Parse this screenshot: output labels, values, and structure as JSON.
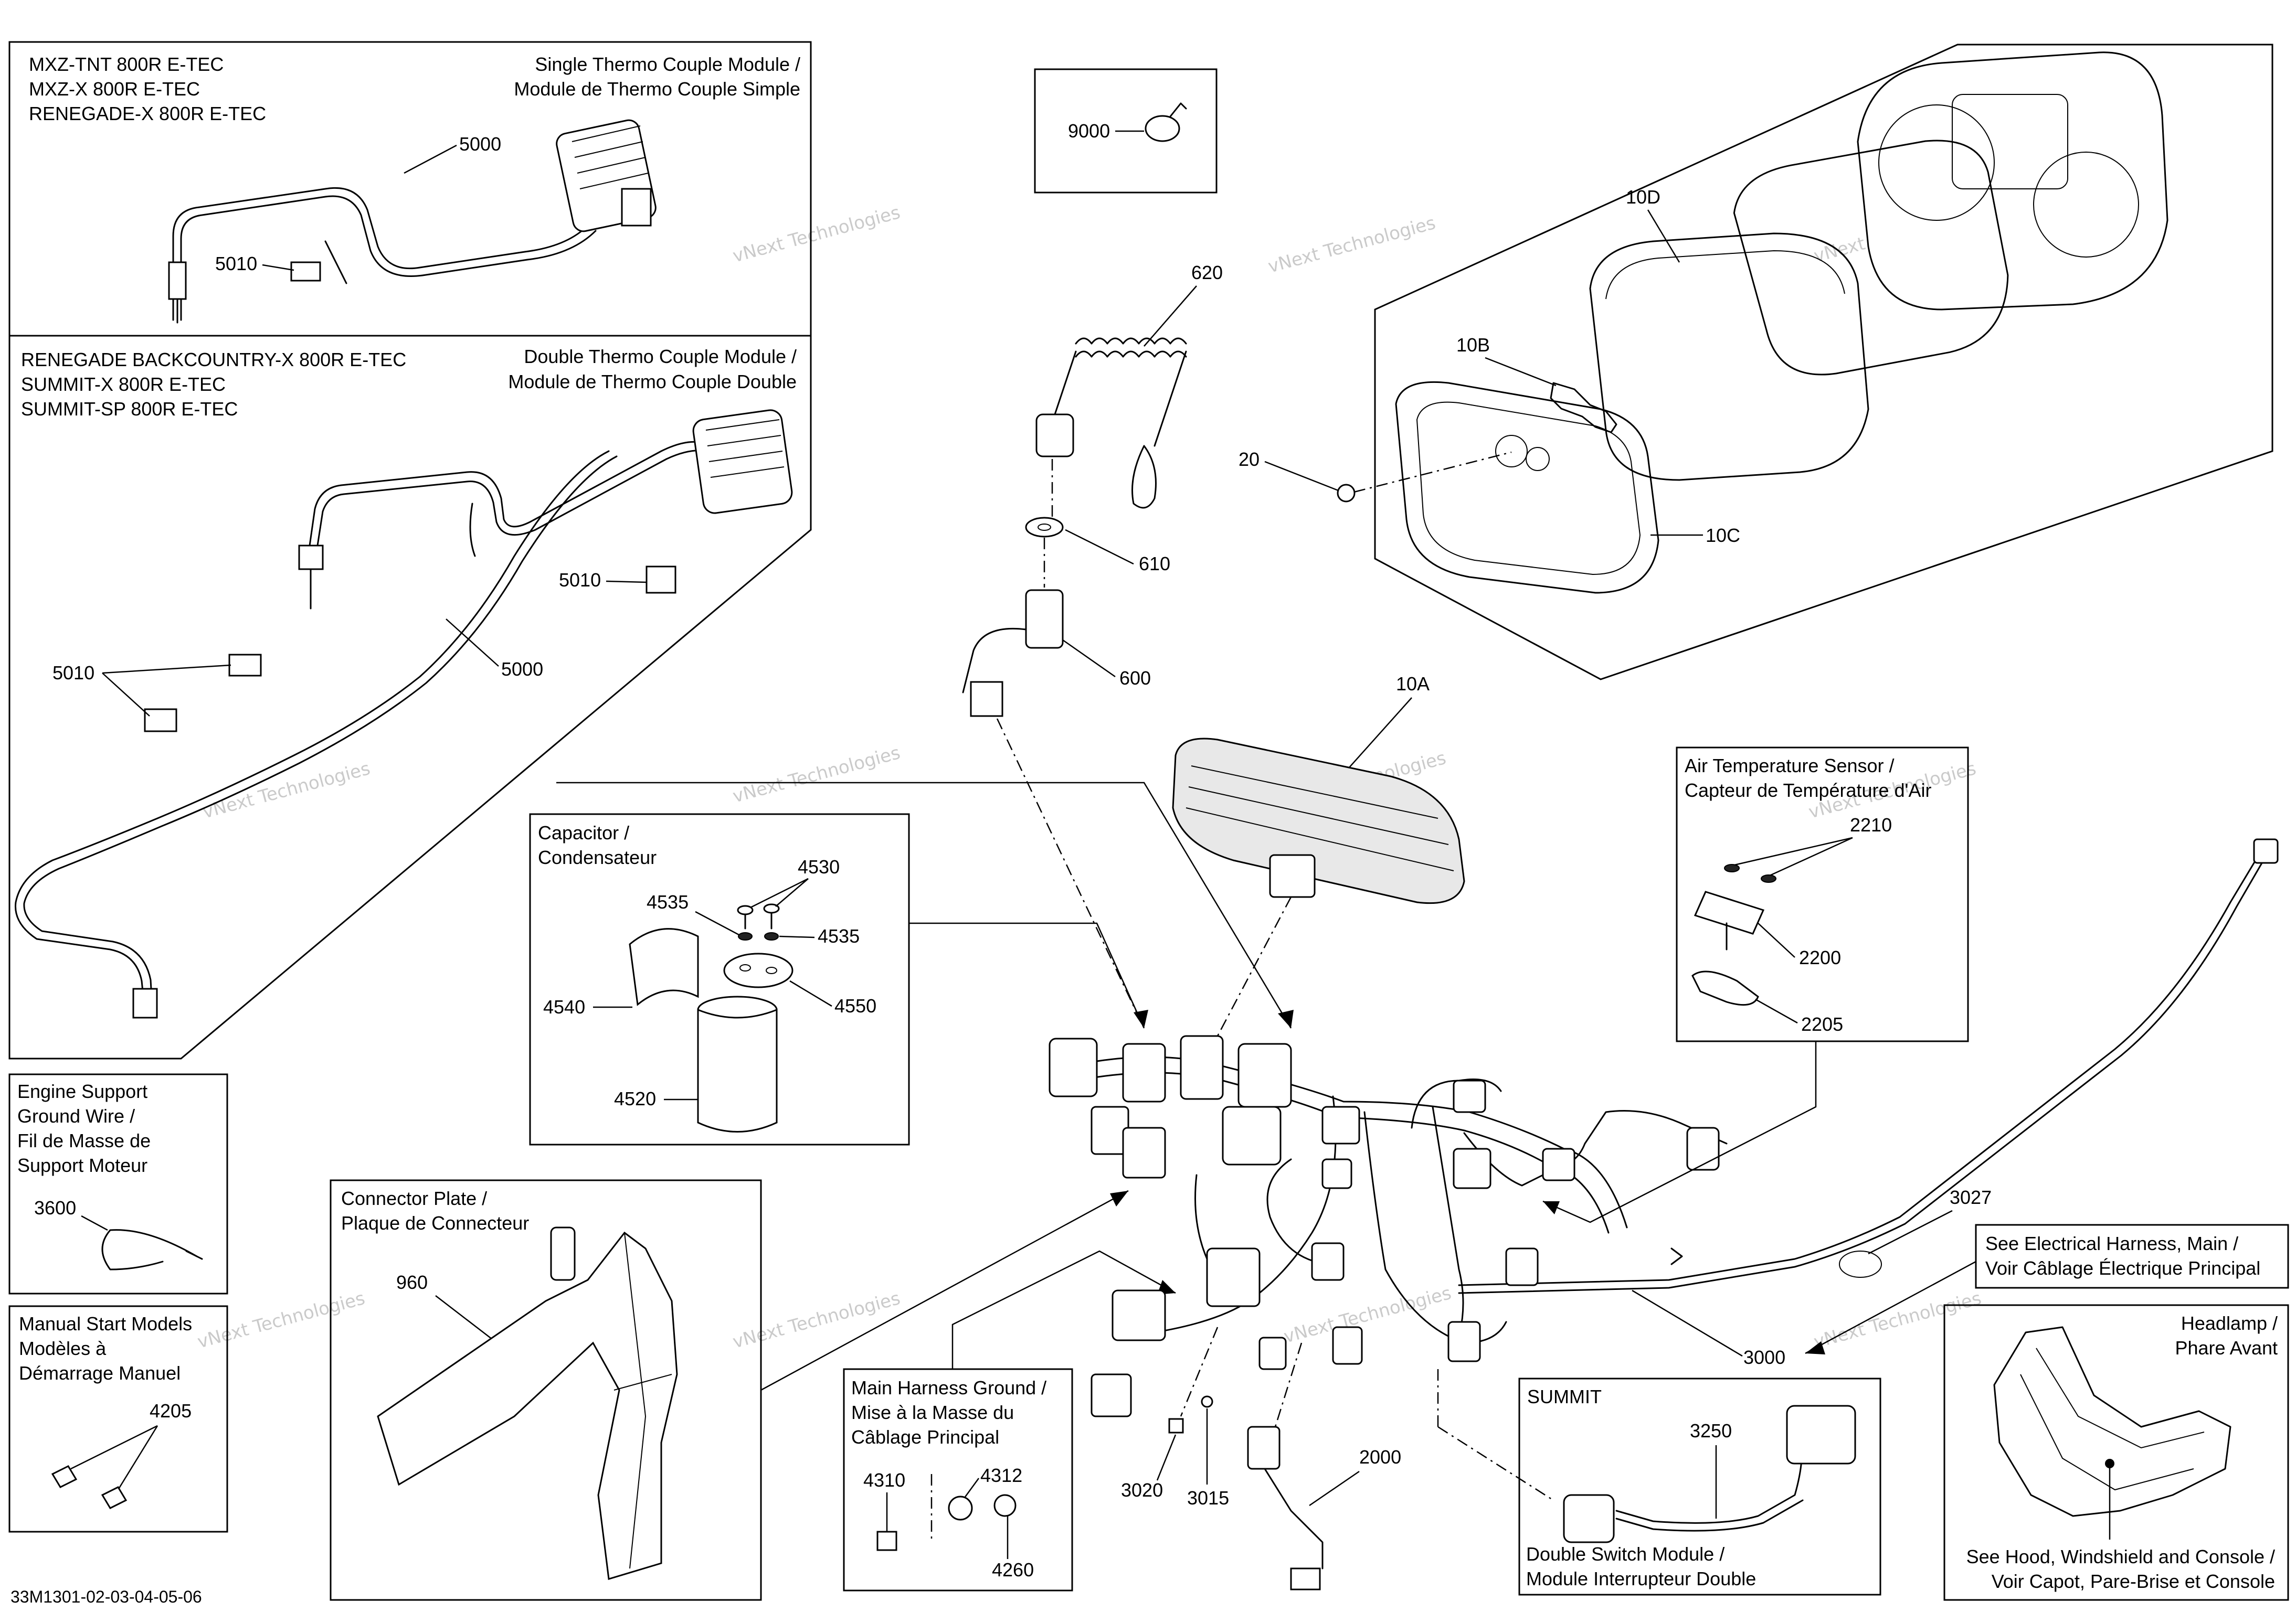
{
  "watermark": "vNext Technologies",
  "sections": {
    "single_module": {
      "models": [
        "MXZ-TNT 800R E-TEC",
        "MXZ-X 800R E-TEC",
        "RENEGADE-X 800R E-TEC"
      ],
      "title": [
        "Single Thermo Couple Module /",
        "Module de Thermo Couple Simple"
      ]
    },
    "double_module": {
      "models": [
        "RENEGADE BACKCOUNTRY-X 800R E-TEC",
        "SUMMIT-X 800R E-TEC",
        "SUMMIT-SP 800R E-TEC"
      ],
      "title": [
        "Double Thermo Couple Module /",
        "Module de Thermo Couple Double"
      ]
    },
    "capacitor": {
      "title": [
        "Capacitor /",
        "Condensateur"
      ]
    },
    "engine_support": {
      "title": [
        "Engine Support",
        "Ground Wire /",
        "Fil de Masse de",
        "Support Moteur"
      ]
    },
    "manual_start": {
      "title": [
        "Manual Start Models",
        "Modèles à",
        "Démarrage Manuel"
      ]
    },
    "connector_plate": {
      "title": [
        "Connector Plate /",
        "Plaque de Connecteur"
      ]
    },
    "main_ground": {
      "title": [
        "Main Harness Ground /",
        "Mise à la Masse du",
        "Câblage Principal"
      ]
    },
    "air_temp": {
      "title": [
        "Air Temperature Sensor /",
        "Capteur de Température d'Air"
      ]
    },
    "summit": {
      "title": "SUMMIT",
      "subtitle": [
        "Double Switch Module /",
        "Module Interrupteur Double"
      ]
    },
    "harness_ref": {
      "title": [
        "See Electrical Harness, Main /",
        "Voir Câblage Électrique Principal"
      ]
    },
    "headlamp": {
      "title": [
        "Headlamp /",
        "Phare Avant"
      ],
      "note": [
        "See Hood, Windshield and Console /",
        "Voir Capot, Pare-Brise et Console"
      ]
    }
  },
  "part_numbers": {
    "p5000a": "5000",
    "p5010a": "5010",
    "p5010b": "5010",
    "p5010c": "5010",
    "p5000b": "5000",
    "p9000": "9000",
    "p620": "620",
    "p610": "610",
    "p600": "600",
    "p10D": "10D",
    "p10B": "10B",
    "p20": "20",
    "p10C": "10C",
    "p10A": "10A",
    "p4530": "4530",
    "p4535a": "4535",
    "p4535b": "4535",
    "p4540": "4540",
    "p4550": "4550",
    "p4520": "4520",
    "p2210": "2210",
    "p2200": "2200",
    "p2205": "2205",
    "p3600": "3600",
    "p4205": "4205",
    "p960": "960",
    "p4310": "4310",
    "p4312": "4312",
    "p4260": "4260",
    "p3020": "3020",
    "p3015": "3015",
    "p2000": "2000",
    "p3027": "3027",
    "p3000": "3000",
    "p3250": "3250"
  },
  "diagram_code": "33M1301-02-03-04-05-06"
}
